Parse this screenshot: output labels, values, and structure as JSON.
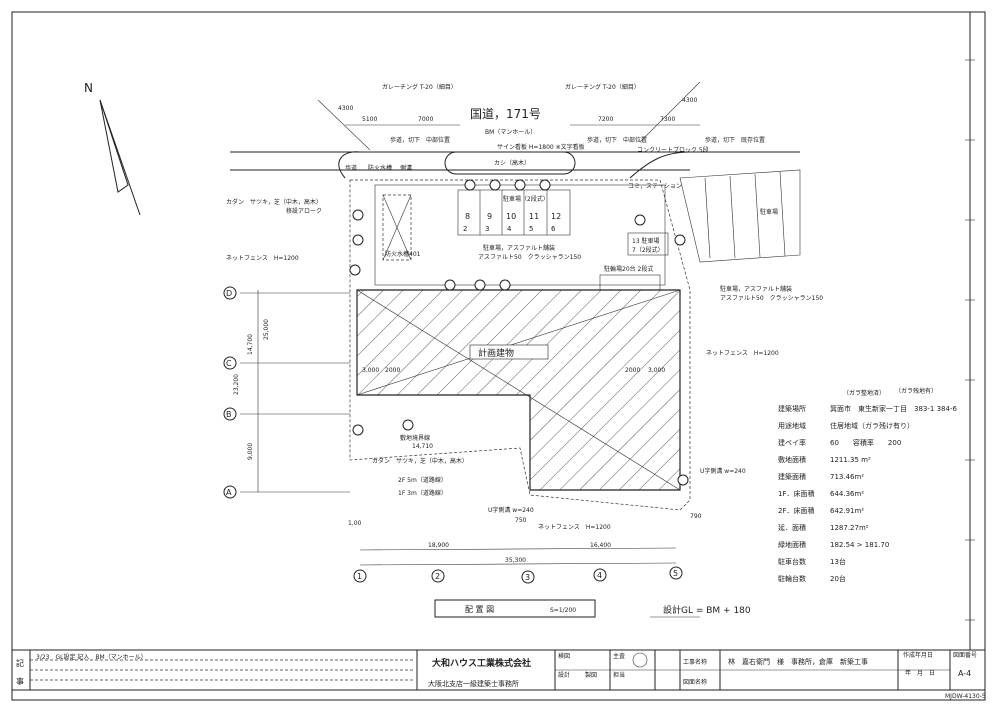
{
  "drawing": {
    "north_label": "N",
    "road_name": "国道，171号",
    "road_notes": {
      "guardrail_left": "ガレーチング T-20（細目）",
      "guardrail_right": "ガレーチング T-20（細目）",
      "bm": "BM（マンホール）",
      "sign": "サイン看板 H=1800 ※文字看板",
      "tree": "カシ（高木）",
      "sidewalk_left": "歩道，切下　中部位置",
      "sidewalk_right": "歩道，切下　中部位置",
      "sidewalk_far": "歩道，切下　既存位置",
      "concrete_block": "コンクリートブロック 5段",
      "sidewalk": "歩道",
      "hydrant": "防火水槽",
      "gutter": "側溝",
      "station": "コミ，ステーション"
    },
    "dimensions": {
      "top": [
        "5100",
        "7000",
        "7200",
        "7300"
      ],
      "diag": [
        "4300",
        "4300"
      ],
      "bottom_left": "18,900",
      "bottom_right": "16,400",
      "bottom_total": "35,300",
      "left_total": "25,000",
      "left_mid": "14,700",
      "left_low": "9,000",
      "left_outer": "23,200",
      "inner": [
        "3,000",
        "2000",
        "2000",
        "3,000",
        "1,00",
        "750",
        "790"
      ]
    },
    "parking": {
      "upper_numbers": [
        "8",
        "9",
        "10",
        "11",
        "12"
      ],
      "lower_numbers": [
        "2",
        "3",
        "4",
        "5",
        "6"
      ],
      "label_2tier": "駐車場（2段式）",
      "lot13": "13 駐車場",
      "lot13_sub": "7（2段式）",
      "asphalt": "駐車場，アスファルト舗装",
      "asphalt_spec": "アスファルト50　クラッシャラン150",
      "bicycle": "駐輪場20台 2段式",
      "hydrant_tank": "防火水槽401",
      "right_lot": "駐車場",
      "right_asphalt": "駐車場，アスファルト舗装",
      "right_spec": "アスファルト50　クラッシャラン150"
    },
    "annotations": {
      "plants_top": "カダン　サツキ，芝（中木，高木）",
      "plants_top_sub": "移設アローク",
      "fence_left": "ネットフェンス　H=1200",
      "fence_right": "ネットフェンス　H=1200",
      "fence_bottom": "ネットフェンス　H=1200",
      "plants_bottom": "カダン　サツキ，芝（中木，高木）",
      "setback_2f": "2F 5m（道路線）",
      "setback_1f": "1F 3m（道路線）",
      "building": "計画建物",
      "gutter_w": "U字側溝 w=240",
      "gutter_w2": "U字側溝 w=240",
      "site_line": "敷地境界線",
      "site_dim": "14,710"
    },
    "grid": {
      "columns": [
        "1",
        "2",
        "3",
        "4",
        "5"
      ],
      "rows": [
        "D",
        "C",
        "B",
        "A"
      ]
    },
    "drawing_title": "配 置 図",
    "scale": "S=1/200",
    "design_gl": "設計GL = BM + 180"
  },
  "site_info": {
    "note_a": "（ガラ整地済）",
    "note_b": "（ガラ残地有）",
    "rows": [
      {
        "label": "建築場所",
        "value": "箕面市　東生新家一丁目　383-1 384-6"
      },
      {
        "label": "用途地域",
        "value": "住居地域（ガラ残け有り）"
      },
      {
        "label": "建ぺイ率",
        "value": "60　　容積率　　200"
      },
      {
        "label": "敷地面積",
        "value": "1211.35 m²"
      },
      {
        "label": "建築面積",
        "value": "713.46m²"
      },
      {
        "label": "1F．床面積",
        "value": "644.36m²"
      },
      {
        "label": "2F．床面積",
        "value": "642.91m²"
      },
      {
        "label": "延．面積",
        "value": "1287.27m²"
      },
      {
        "label": "緑地面積",
        "value": "182.54 > 181.70"
      },
      {
        "label": "駐車台数",
        "value": "13台"
      },
      {
        "label": "駐輪台数",
        "value": "20台"
      }
    ]
  },
  "title_block": {
    "remarks_label_1": "記",
    "remarks_label_2": "事",
    "remark_line": "3/23　GL設定 記入　BM（マンホール）",
    "company": "大和ハウス工業株式会社",
    "office": "大阪北支店一級建築士事務所",
    "check": "検図",
    "chief": "主査",
    "design": "設計",
    "draft": "製図",
    "approve": "担当",
    "project_label": "工事名称",
    "project": "林　嘉右衛門　様　事務所，倉庫　新築工事",
    "drawing_name_label": "図面名称",
    "date_label": "作成年月日",
    "date": "年　月　日",
    "number_label": "図面番号",
    "number": "A-4",
    "form_code": "MJDW-4130-5"
  }
}
